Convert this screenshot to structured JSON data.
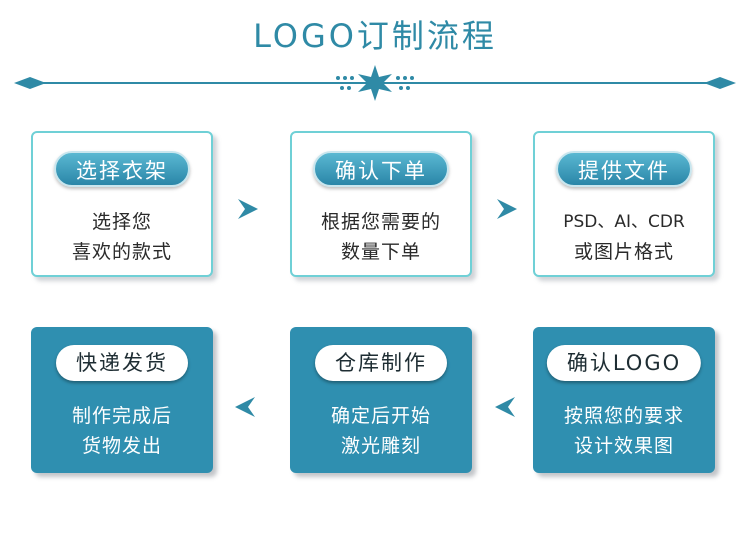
{
  "header": {
    "title": "LOGO订制流程"
  },
  "steps": [
    {
      "label": "选择衣架",
      "lines": [
        "选择您",
        "喜欢的款式"
      ]
    },
    {
      "label": "确认下单",
      "lines": [
        "根据您需要的",
        "数量下单"
      ]
    },
    {
      "label": "提供文件",
      "lines": [
        "PSD、AI、CDR",
        "或图片格式"
      ]
    },
    {
      "label": "确认LOGO",
      "lines": [
        "按照您的要求",
        "设计效果图"
      ]
    },
    {
      "label": "仓库制作",
      "lines": [
        "确定后开始",
        "激光雕刻"
      ]
    },
    {
      "label": "快递发货",
      "lines": [
        "制作完成后",
        "货物发出"
      ]
    }
  ],
  "colors": {
    "accent": "#2f8aa6",
    "dark_card": "#2f8fb0",
    "light_border": "#6fd0d6"
  },
  "icons": {
    "arrow_right": "chevron-right-icon",
    "arrow_left": "chevron-left-icon",
    "divider_star": "star-icon"
  }
}
